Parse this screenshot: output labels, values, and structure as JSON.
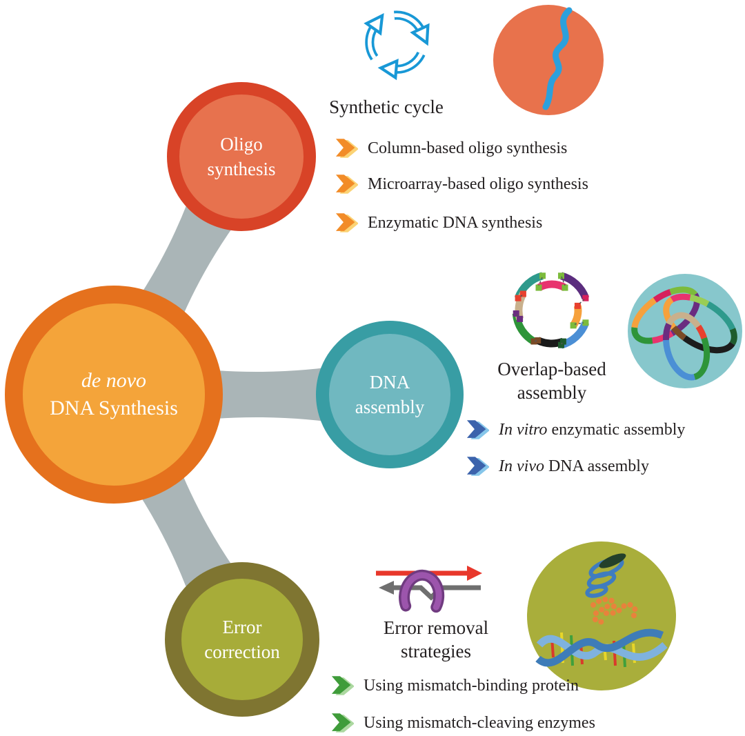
{
  "center": {
    "line1": "de novo",
    "line2": "DNA Synthesis"
  },
  "branches": {
    "oligo": {
      "circle_line1": "Oligo",
      "circle_line2": "synthesis",
      "caption": "Synthetic cycle",
      "items": [
        "Column-based oligo synthesis",
        "Microarray-based oligo synthesis",
        "Enzymatic DNA synthesis"
      ]
    },
    "assembly": {
      "circle_line1": "DNA",
      "circle_line2": "assembly",
      "caption_line1": "Overlap-based",
      "caption_line2": "assembly",
      "items": [
        {
          "italic": "In vitro",
          "text": " enzymatic assembly"
        },
        {
          "italic": "In vivo",
          "text": " DNA assembly"
        }
      ]
    },
    "error": {
      "circle_line1": "Error",
      "circle_line2": "correction",
      "caption_line1": "Error removal",
      "caption_line2": "strategies",
      "items": [
        "Using mismatch-binding protein",
        "Using mismatch-cleaving enzymes"
      ]
    }
  },
  "icons": [
    "recycle-cycle-icon",
    "dna-strand-circle-icon",
    "plasmid-overlap-icon",
    "tangled-plasmids-circle-icon",
    "error-removal-arrows-icon",
    "dna-helix-circle-icon"
  ],
  "colors": {
    "central_ring": "#E5711D",
    "central_fill": "#F4A43A",
    "oligo_ring": "#D84327",
    "oligo_fill": "#E7724E",
    "assembly_ring": "#389DA4",
    "assembly_fill": "#70B8C0",
    "error_ring": "#7F7531",
    "error_fill": "#A7AC39",
    "connector_gray": "#AAB5B7",
    "cycle_icon_blue": "#1898D6",
    "strand_circle_orange": "#E8724C",
    "tangle_circle_teal": "#87C7CC",
    "chevron_orange": "#F28C28",
    "chevron_orange_echo": "#FBD375",
    "chevron_blue": "#3C63AC",
    "chevron_blue_echo": "#86C6EA",
    "chevron_green": "#3F9C3A",
    "chevron_green_echo": "#ACD8A0",
    "text": "#231F20",
    "label_white": "#FFFFFF",
    "red_arrow": "#E8372B",
    "gray_arrow": "#6F6F6F",
    "protein_purple": "#8E4A9E"
  }
}
